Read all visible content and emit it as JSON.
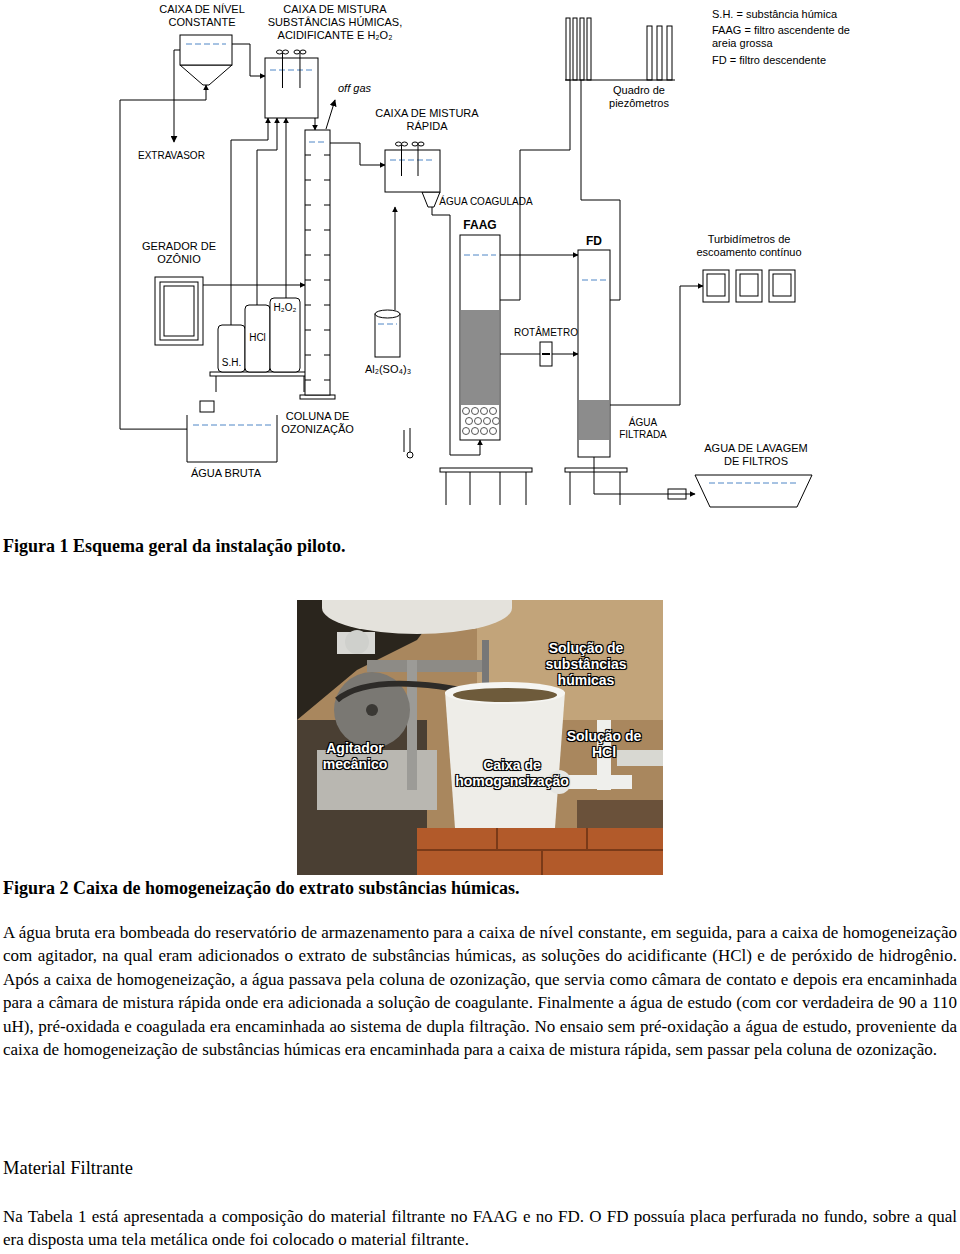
{
  "diagram": {
    "caption": "Figura 1 Esquema geral da instalação piloto.",
    "nodes": [
      {
        "text": [
          "CAIXA DE NÍVEL CONSTANTE"
        ]
      },
      {
        "text": [
          "CAIXA DE MISTURA SUBSTÂNCIAS HÚMICAS, ACIDIFICANTE E H₂O₂"
        ]
      },
      {
        "text": [
          "CAIXA DE MISTURA RÁPIDA"
        ]
      },
      {
        "text": [
          "Quadro de piezômetros"
        ]
      },
      {
        "text": [
          "GERADOR DE OZÔNIO"
        ]
      },
      {
        "text": [
          "FAAG"
        ]
      },
      {
        "text": [
          "FD"
        ]
      },
      {
        "text": [
          "Turbidímetros de escoamento contínuo"
        ]
      },
      {
        "text": [
          "S.H."
        ]
      },
      {
        "text": [
          "HCl"
        ]
      },
      {
        "text": [
          "H₂O₂"
        ]
      },
      {
        "text": [
          "Al₂(SO₄)₃"
        ]
      },
      {
        "text": [
          "ROTÂMETRO"
        ]
      },
      {
        "text": [
          "COLUNA DE OZONIZAÇÃO"
        ]
      },
      {
        "text": [
          "ÁGUA BRUTA"
        ]
      },
      {
        "text": [
          "AGUA DE LAVAGEM DE FILTROS"
        ]
      }
    ],
    "edges": [
      {
        "from": 14,
        "to": 0,
        "arrow": "to"
      },
      {
        "from": 0,
        "to": 1,
        "arrow": "to"
      },
      {
        "from": 8,
        "to": 1,
        "arrow": "to"
      },
      {
        "from": 9,
        "to": 1,
        "arrow": "to"
      },
      {
        "from": 10,
        "to": 1,
        "arrow": "to"
      },
      {
        "from": 1,
        "to": 13,
        "arrow": "to"
      },
      {
        "from": 4,
        "to": 13,
        "arrow": "to"
      },
      {
        "from": 13,
        "to": 2,
        "arrow": "to"
      },
      {
        "from": 11,
        "to": 2,
        "arrow": "to"
      },
      {
        "from": 2,
        "to": 5,
        "arrow": "to"
      },
      {
        "from": 5,
        "to": 6,
        "arrow": "to"
      },
      {
        "from": 5,
        "to": 12,
        "arrow": "none"
      },
      {
        "from": 12,
        "to": 6,
        "arrow": "to"
      },
      {
        "from": 3,
        "to": 5,
        "arrow": "none"
      },
      {
        "from": 3,
        "to": 6,
        "arrow": "none"
      },
      {
        "from": 6,
        "to": 7,
        "arrow": "to"
      },
      {
        "from": 6,
        "to": 15,
        "arrow": "to"
      }
    ],
    "labels": [
      "S.H. = substância húmica",
      "FAAG = filtro ascendente de areia grossa",
      "FD = filtro descendente",
      "off gas",
      "EXTRAVASOR",
      "ÁGUA COAGULADA",
      "ÁGUA FILTRADA",
      "Solução de substâncias húmicas",
      "Agitador mecânico",
      "Caixa de homogeneização",
      "Solução de HCl",
      "Figura 2 Caixa de homogeneização do extrato substâncias húmicas.",
      "A água bruta era bombeada do reservatório de armazenamento para a caixa de nível constante, em seguida, para a caixa de homogeneização com agitador, na qual eram adicionados o extrato de substâncias húmicas, as soluções do acidificante (HCl) e de peróxido de hidrogênio. Após a caixa de homogeneização, a água passava pela coluna de ozonização, que servia como câmara de contato e depois era encaminhada para a câmara de mistura rápida onde era adicionada a solução de coagulante. Finalmente a água de estudo (com cor verdadeira de 90 a 110 uH), pré-oxidada e coagulada era encaminhada ao sistema de dupla filtração. No ensaio sem pré-oxidação a água de estudo, proveniente da caixa de homogeneização de substâncias húmicas era encaminhada para a caixa de mistura rápida, sem passar pela coluna de ozonização.",
      "Material Filtrante",
      "Na Tabela 1 está apresentada a composição do material filtrante no FAAG e no FD. O FD possuía placa perfurada no fundo, sobre a qual era disposta uma tela metálica onde foi colocado o material filtrante."
    ]
  }
}
